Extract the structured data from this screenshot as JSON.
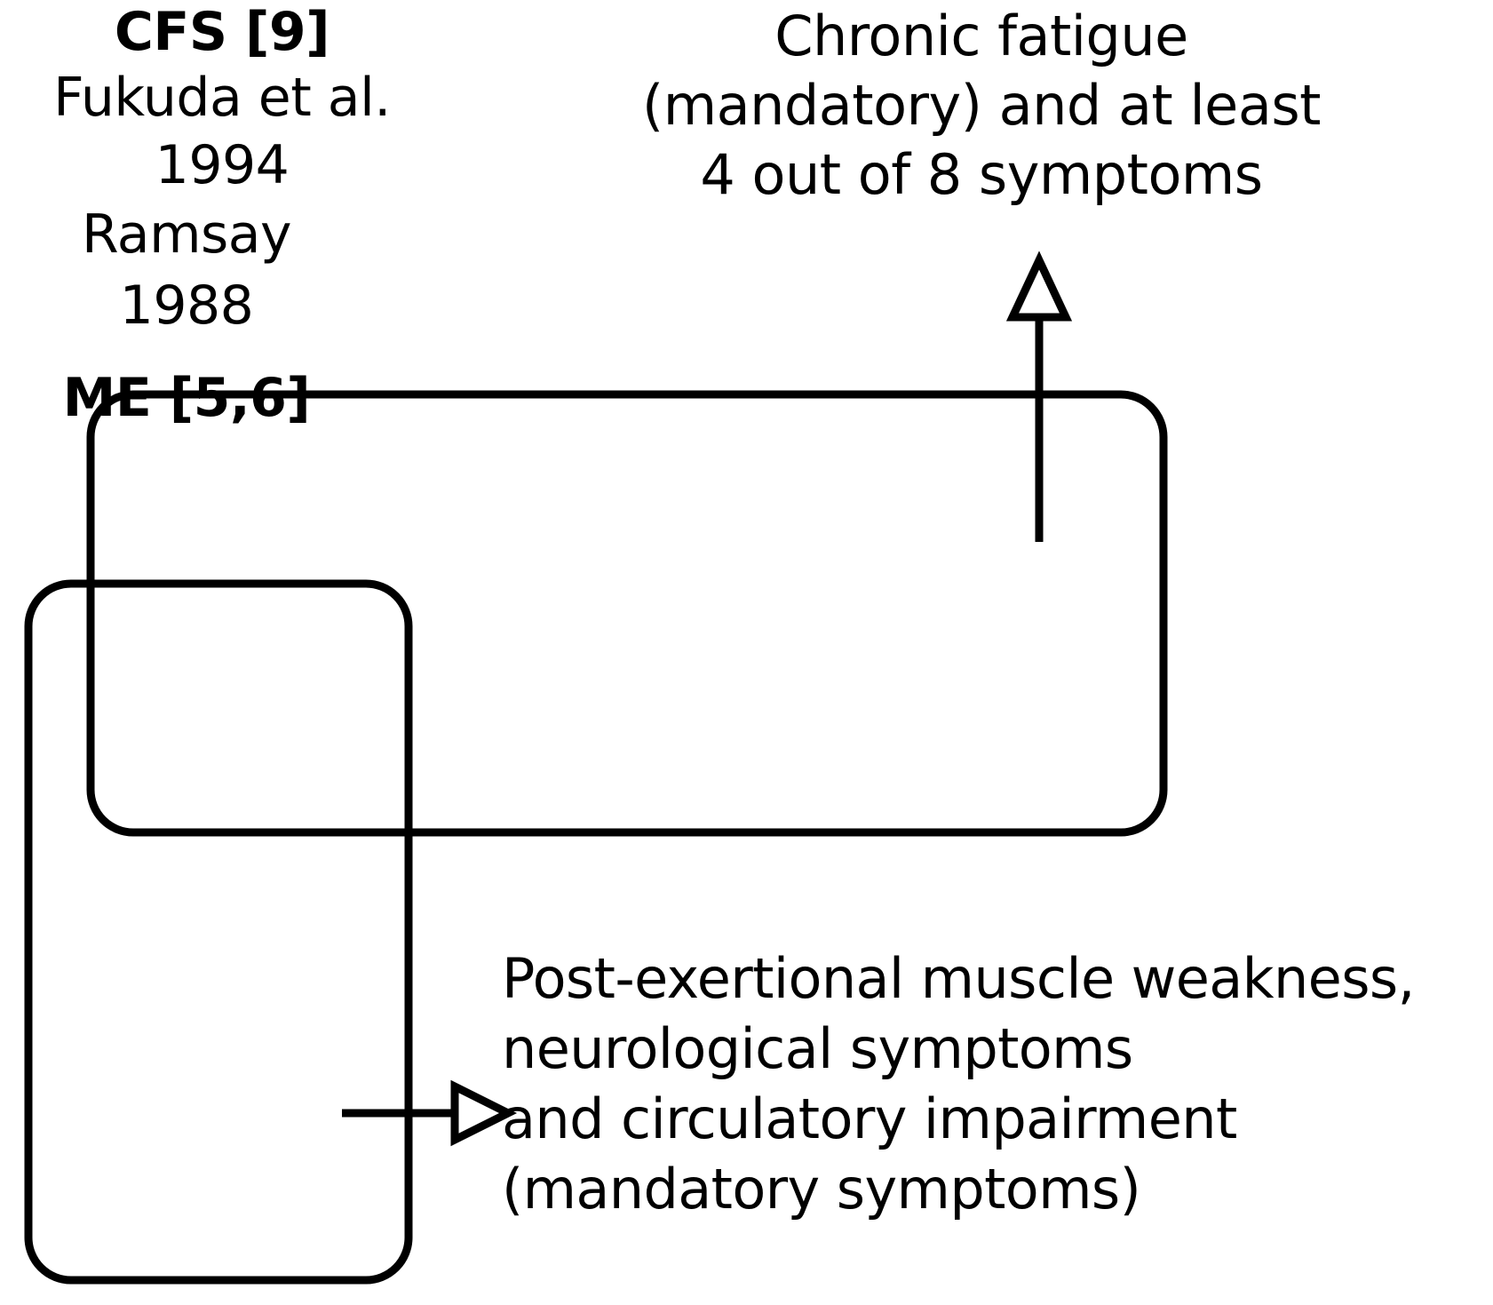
{
  "diagram": {
    "type": "venn-overlap-boxes",
    "background_color": "#ffffff",
    "stroke_color": "#000000",
    "top_caption": "Chronic fatigue\n(mandatory) and at least\n4 out of 8 symptoms",
    "boxes": [
      {
        "id": "cfs-box",
        "title": "CFS [9]",
        "author": "Fukuda et al.",
        "year": "1994"
      },
      {
        "id": "me-box",
        "title": "ME [5,6]",
        "author": "Ramsay",
        "year": "1988"
      }
    ],
    "me_description": "Post-exertional muscle weakness,\nneurological symptoms\nand circulatory impairment\n(mandatory symptoms)",
    "arrows": [
      {
        "id": "cfs-arrow",
        "direction": "up",
        "head": "open-triangle"
      },
      {
        "id": "me-arrow",
        "direction": "right",
        "head": "open-triangle"
      }
    ]
  }
}
